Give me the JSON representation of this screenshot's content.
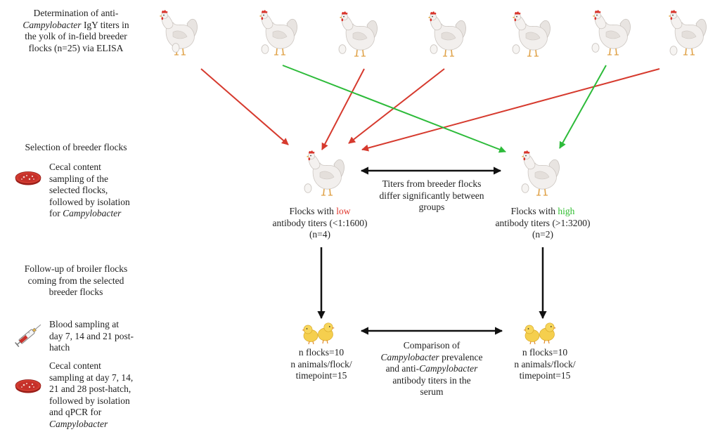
{
  "step1": {
    "l1": "Determination of anti-",
    "l2a": "Campylobacter",
    "l2b": " IgY titers in",
    "l3": "the yolk of in-field breeder",
    "l4": "flocks (n=25) via ELISA"
  },
  "step2": {
    "title": "Selection of breeder flocks",
    "cecal": {
      "l1": "Cecal content",
      "l2": "sampling of the",
      "l3": "selected flocks,",
      "l4": "followed by isolation",
      "l5a": "for ",
      "l5b": "Campylobacter"
    }
  },
  "step3": {
    "title": {
      "l1": "Follow-up of broiler flocks",
      "l2": "coming from the selected",
      "l3": "breeder flocks"
    },
    "blood": {
      "l1": "Blood sampling at",
      "l2": "day 7, 14 and 21 post-",
      "l3": "hatch"
    },
    "cecal": {
      "l1": "Cecal content",
      "l2": "sampling at day 7, 14,",
      "l3": "21 and 28 post-hatch,",
      "l4": "followed by isolation",
      "l5": "and qPCR for",
      "l6": "Campylobacter"
    }
  },
  "low_group": {
    "l1a": "Flocks with ",
    "l1b": "low",
    "l2": "antibody titers (<1:1600)",
    "l3": "(n=4)"
  },
  "high_group": {
    "l1a": "Flocks with ",
    "l1b": "high",
    "l2": "antibody titers (>1:3200)",
    "l3": "(n=2)"
  },
  "between_groups": {
    "l1": "Titers from breeder flocks",
    "l2": "differ significantly between",
    "l3": "groups"
  },
  "broiler_left": {
    "l1": "n flocks=10",
    "l2": "n animals/flock/",
    "l3": "timepoint=15"
  },
  "broiler_right": {
    "l1": "n flocks=10",
    "l2": "n animals/flock/",
    "l3": "timepoint=15"
  },
  "comparison": {
    "l1": "Comparison of",
    "l2a": "Campylobacter",
    "l2b": " prevalence",
    "l3a": "and anti-",
    "l3b": "Campylobacter",
    "l4": "antibody titers in the",
    "l5": "serum"
  },
  "colors": {
    "low": "#e0342a",
    "high": "#2ebd2e",
    "arrow_low": "#d63a2e",
    "arrow_high": "#2dbb3a",
    "arrow_black": "#111111"
  },
  "icons": [
    "hen-icon",
    "egg-icon",
    "chick-icon",
    "petri-dish-icon",
    "syringe-icon"
  ]
}
